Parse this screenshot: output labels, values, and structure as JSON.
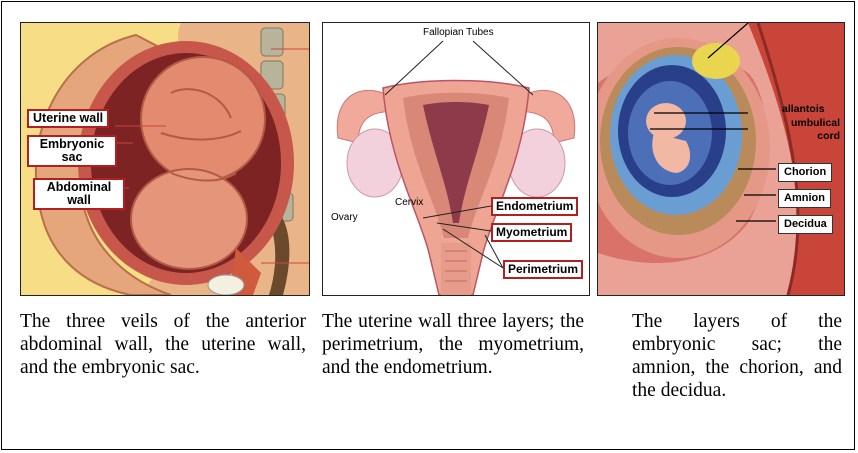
{
  "panels": [
    {
      "labels": {
        "uterine_wall": "Uterine wall",
        "embryonic_sac": "Embryonic sac",
        "abdominal_wall": "Abdominal wall"
      },
      "caption": "The three veils of the anterior abdominal wall, the uterine wall, and the embryonic sac."
    },
    {
      "labels": {
        "fallopian_tubes": "Fallopian Tubes",
        "ovary": "Ovary",
        "cervix": "Cervix",
        "endometrium": "Endometrium",
        "myometrium": "Myometrium",
        "perimetrium": "Perimetrium"
      },
      "caption": "The uterine wall three layers; the perimetrium, the myometrium, and the endometrium."
    },
    {
      "labels": {
        "allantois": "allantois",
        "umbilical_cord": "umbulical cord",
        "chorion": "Chorion",
        "amnion": "Amnion",
        "decidua": "Decidua"
      },
      "caption": "The layers of the embryonic sac; the amnion, the chorion, and the decidua."
    }
  ],
  "colors": {
    "label_border": "#b02020",
    "panel1_background": "#f6dd86",
    "uterus_pink": "#e8a090",
    "amnion_blue": "#5a8fc8"
  }
}
